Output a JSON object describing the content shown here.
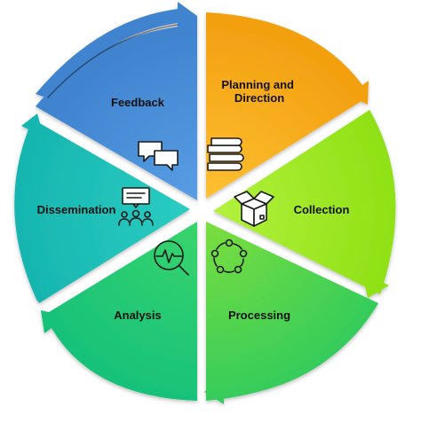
{
  "diagram": {
    "segments": [
      {
        "id": "feedback",
        "label_lines": [
          "Feedback"
        ],
        "icon": "chat-bubbles-icon",
        "color_outer": "#3f83cf",
        "color_inner": "#5aa0e6"
      },
      {
        "id": "planning",
        "label_lines": [
          "Planning and",
          "Direction"
        ],
        "icon": "stacked-books-icon",
        "color_outer": "#f2a010",
        "color_inner": "#ffc233"
      },
      {
        "id": "collection",
        "label_lines": [
          "Collection"
        ],
        "icon": "open-box-icon",
        "color_outer": "#8ee014",
        "color_inner": "#b4f23e"
      },
      {
        "id": "processing",
        "label_lines": [
          "Processing"
        ],
        "icon": "cycle-dots-icon",
        "color_outer": "#34cc5c",
        "color_inner": "#7ddf3c"
      },
      {
        "id": "analysis",
        "label_lines": [
          "Analysis"
        ],
        "icon": "magnifier-pulse-icon",
        "color_outer": "#18c27a",
        "color_inner": "#3bd66a"
      },
      {
        "id": "dissemination",
        "label_lines": [
          "Dissemination"
        ],
        "icon": "presenter-group-icon",
        "color_outer": "#17b6b0",
        "color_inner": "#2dcfc4"
      }
    ]
  }
}
